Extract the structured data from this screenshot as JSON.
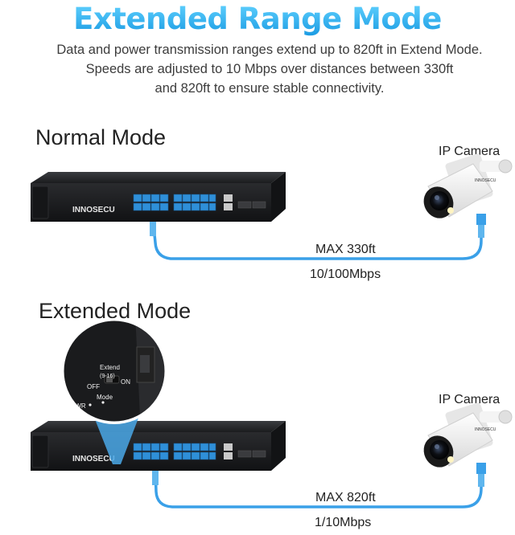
{
  "header": {
    "title": "Extended Range Mode",
    "subtitle_lines": [
      "Data and power transmission ranges extend up to 820ft in Extend Mode.",
      "Speeds are adjusted to 10 Mbps over distances between 330ft",
      "and 820ft to ensure stable connectivity."
    ]
  },
  "normal": {
    "mode_label": "Normal Mode",
    "camera_label": "IP Camera",
    "distance": "MAX 330ft",
    "speed": "10/100Mbps"
  },
  "extended": {
    "mode_label": "Extended Mode",
    "camera_label": "IP Camera",
    "distance": "MAX 820ft",
    "speed": "1/10Mbps"
  },
  "switch": {
    "brand": "INNOSECU"
  },
  "zoom_inset": {
    "extend_label": "Extend",
    "extend_ports": "(9-16)",
    "off_label": "OFF",
    "on_label": "ON",
    "pwr_label": "PWR",
    "mode_label": "Mode"
  },
  "colors": {
    "title_gradient_top": "#63d3ff",
    "title_gradient_bottom": "#1a9be3",
    "cable": "#3aa0e8",
    "port_blue": "#2f8fd8",
    "switch_body": "#1e1f21"
  },
  "icons": [
    "poe-switch-icon",
    "ip-camera-icon",
    "ethernet-cable-icon",
    "switch-zoom-inset"
  ]
}
